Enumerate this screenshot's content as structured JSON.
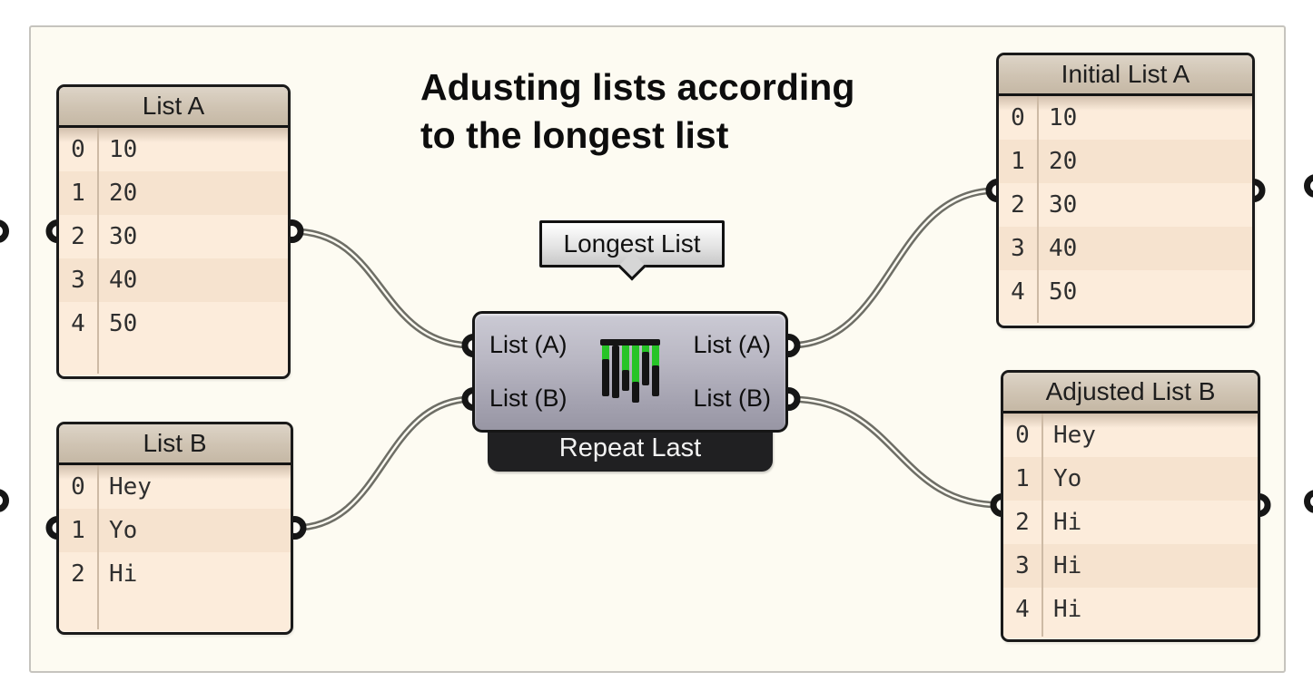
{
  "title": {
    "line1": "Adusting lists according",
    "line2": "to the longest list"
  },
  "tooltip": {
    "label": "Longest List"
  },
  "component": {
    "name": "Repeat Last",
    "inputs": [
      {
        "label": "List (A)"
      },
      {
        "label": "List (B)"
      }
    ],
    "outputs": [
      {
        "label": "List (A)"
      },
      {
        "label": "List (B)"
      }
    ],
    "icon": "longest-list-bars-icon"
  },
  "panels": [
    {
      "id": "list-a",
      "title": "List A",
      "rows": [
        {
          "index": "0",
          "value": "10"
        },
        {
          "index": "1",
          "value": "20"
        },
        {
          "index": "2",
          "value": "30"
        },
        {
          "index": "3",
          "value": "40"
        },
        {
          "index": "4",
          "value": "50"
        }
      ]
    },
    {
      "id": "list-b",
      "title": "List B",
      "rows": [
        {
          "index": "0",
          "value": "Hey"
        },
        {
          "index": "1",
          "value": "Yo"
        },
        {
          "index": "2",
          "value": "Hi"
        }
      ]
    },
    {
      "id": "initial-list-a",
      "title": "Initial List A",
      "rows": [
        {
          "index": "0",
          "value": "10"
        },
        {
          "index": "1",
          "value": "20"
        },
        {
          "index": "2",
          "value": "30"
        },
        {
          "index": "3",
          "value": "40"
        },
        {
          "index": "4",
          "value": "50"
        }
      ]
    },
    {
      "id": "adjusted-list-b",
      "title": "Adjusted List B",
      "rows": [
        {
          "index": "0",
          "value": "Hey"
        },
        {
          "index": "1",
          "value": "Yo"
        },
        {
          "index": "2",
          "value": "Hi"
        },
        {
          "index": "3",
          "value": "Hi"
        },
        {
          "index": "4",
          "value": "Hi"
        }
      ]
    }
  ],
  "connections": [
    {
      "from": "list-a",
      "to": "repeat-last.list-a-input"
    },
    {
      "from": "list-b",
      "to": "repeat-last.list-b-input"
    },
    {
      "from": "repeat-last.list-a-output",
      "to": "initial-list-a"
    },
    {
      "from": "repeat-last.list-b-output",
      "to": "adjusted-list-b"
    }
  ],
  "colors": {
    "canvas_bg": "#fdfbf2",
    "panel_body": "#fcecdb",
    "panel_header": "#cfc3b2",
    "component_fill": "#aaa8b6",
    "wire": "#6e6e66",
    "icon_green": "#27c427"
  }
}
